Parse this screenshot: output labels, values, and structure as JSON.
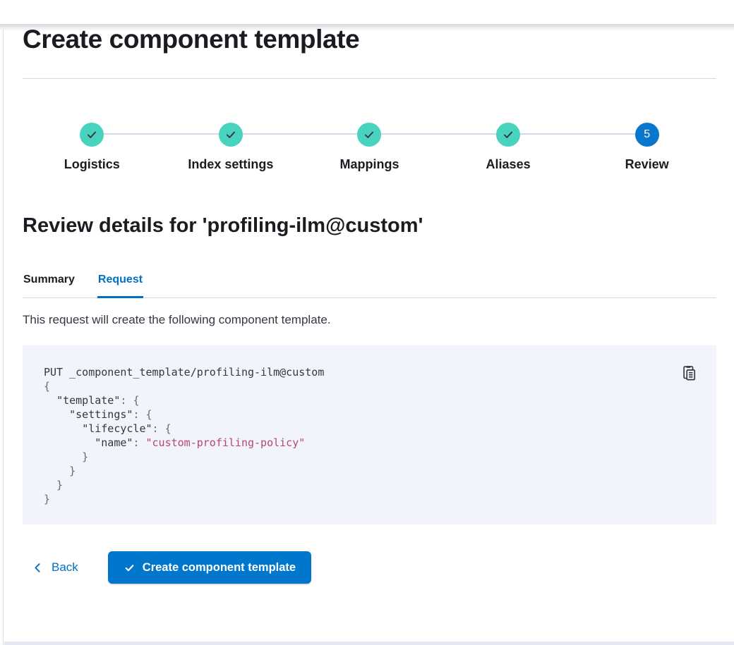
{
  "page": {
    "title": "Create component template"
  },
  "stepper": {
    "steps": [
      {
        "label": "Logistics",
        "status": "complete"
      },
      {
        "label": "Index settings",
        "status": "complete"
      },
      {
        "label": "Mappings",
        "status": "complete"
      },
      {
        "label": "Aliases",
        "status": "complete"
      },
      {
        "label": "Review",
        "status": "current",
        "number": "5"
      }
    ]
  },
  "review": {
    "heading": "Review details for 'profiling-ilm@custom'",
    "tabs": [
      {
        "label": "Summary",
        "active": false
      },
      {
        "label": "Request",
        "active": true
      }
    ],
    "description": "This request will create the following component template."
  },
  "code_block": {
    "copy_icon": "copy-clipboard-icon",
    "lines": [
      [
        {
          "text": "PUT _component_template/profiling-ilm@custom",
          "type": "default"
        }
      ],
      [
        {
          "text": "{",
          "type": "punct"
        }
      ],
      [
        {
          "text": "  ",
          "type": "default"
        },
        {
          "text": "\"template\"",
          "type": "key"
        },
        {
          "text": ": ",
          "type": "punct"
        },
        {
          "text": "{",
          "type": "punct"
        }
      ],
      [
        {
          "text": "    ",
          "type": "default"
        },
        {
          "text": "\"settings\"",
          "type": "key"
        },
        {
          "text": ": ",
          "type": "punct"
        },
        {
          "text": "{",
          "type": "punct"
        }
      ],
      [
        {
          "text": "      ",
          "type": "default"
        },
        {
          "text": "\"lifecycle\"",
          "type": "key"
        },
        {
          "text": ": ",
          "type": "punct"
        },
        {
          "text": "{",
          "type": "punct"
        }
      ],
      [
        {
          "text": "        ",
          "type": "default"
        },
        {
          "text": "\"name\"",
          "type": "key"
        },
        {
          "text": ": ",
          "type": "punct"
        },
        {
          "text": "\"custom-profiling-policy\"",
          "type": "string"
        }
      ],
      [
        {
          "text": "      }",
          "type": "punct"
        }
      ],
      [
        {
          "text": "    }",
          "type": "punct"
        }
      ],
      [
        {
          "text": "  }",
          "type": "punct"
        }
      ],
      [
        {
          "text": "}",
          "type": "punct"
        }
      ]
    ]
  },
  "footer": {
    "back_label": "Back",
    "create_button_label": "Create component template"
  },
  "colors": {
    "primary_button": "#0077CC",
    "link": "#0071C2",
    "step_complete_teal": "#48D3BE",
    "step_current_blue": "#0877CC",
    "code_background": "#F1F4FA",
    "code_string_pink": "#BA4573",
    "code_punctuation": "#646A77",
    "divider": "#D3DAE6",
    "text": "#343741",
    "heading": "#1A1C21"
  }
}
